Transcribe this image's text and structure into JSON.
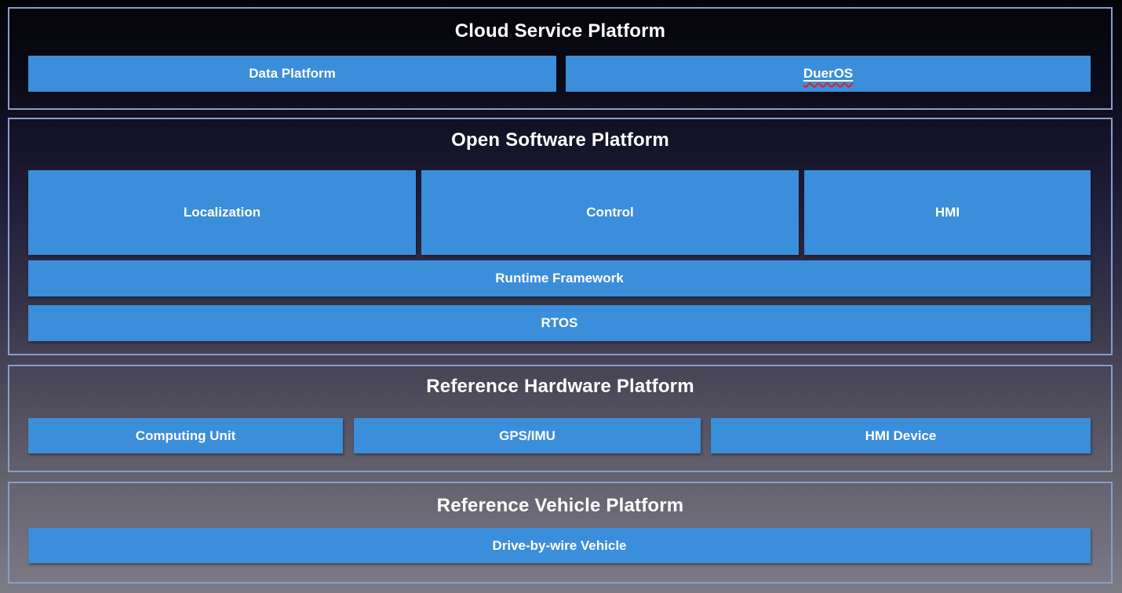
{
  "slide": {
    "sections": [
      {
        "title": "Cloud Service Platform",
        "boxes": [
          {
            "label": "Data Platform"
          },
          {
            "label": "DuerOS",
            "spellcheck_flagged": true,
            "underlined": true
          }
        ]
      },
      {
        "title": "Open Software Platform",
        "boxes": [
          {
            "label": "Localization"
          },
          {
            "label": "Control"
          },
          {
            "label": "HMI"
          },
          {
            "label": "Runtime Framework"
          },
          {
            "label": "RTOS"
          }
        ]
      },
      {
        "title": "Reference Hardware Platform",
        "boxes": [
          {
            "label": "Computing Unit"
          },
          {
            "label": "GPS/IMU"
          },
          {
            "label": "HMI Device"
          }
        ]
      },
      {
        "title": "Reference Vehicle Platform",
        "boxes": [
          {
            "label": "Drive-by-wire Vehicle"
          }
        ]
      }
    ],
    "colors": {
      "box_fill": "#3b8eda",
      "section_border": "#8c9cc9",
      "title_text": "#ffffff",
      "box_text": "#ffffff",
      "spellcheck_squiggle": "#e11d1d",
      "background_top": "#040408",
      "background_bottom": "#7d7b86"
    }
  }
}
